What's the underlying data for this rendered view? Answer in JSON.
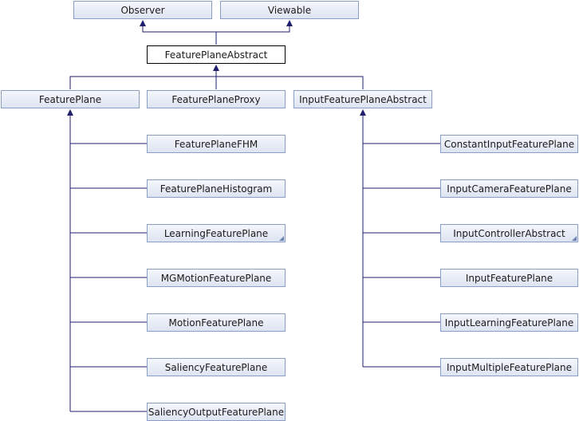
{
  "diagram": {
    "observer": "Observer",
    "viewable": "Viewable",
    "feature_plane_abstract": "FeaturePlaneAbstract",
    "feature_plane": "FeaturePlane",
    "feature_plane_proxy": "FeaturePlaneProxy",
    "input_feature_plane_abstract": "InputFeaturePlaneAbstract",
    "feature_plane_children": [
      "FeaturePlaneFHM",
      "FeaturePlaneHistogram",
      "LearningFeaturePlane",
      "MGMotionFeaturePlane",
      "MotionFeaturePlane",
      "SaliencyFeaturePlane",
      "SaliencyOutputFeaturePlane"
    ],
    "input_children": [
      "ConstantInputFeaturePlane",
      "InputCameraFeaturePlane",
      "InputControllerAbstract",
      "InputFeaturePlane",
      "InputLearningFeaturePlane",
      "InputMultipleFeaturePlane"
    ]
  }
}
